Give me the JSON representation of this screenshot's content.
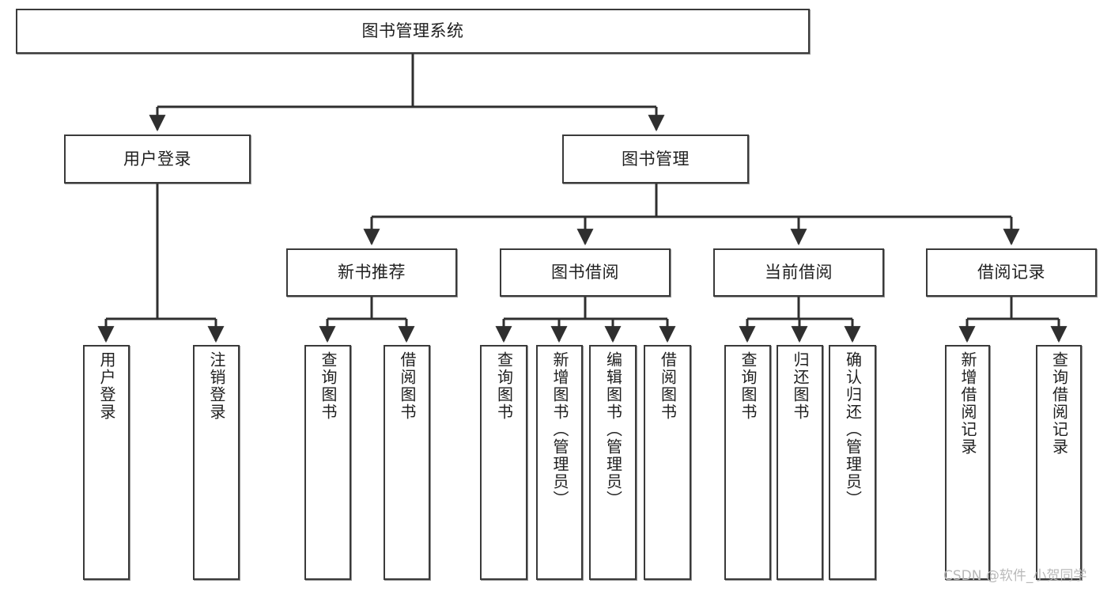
{
  "diagram": {
    "type": "tree",
    "title": "图书管理系统",
    "orientation": "top-down",
    "colors": {
      "box_border": "#3a3a3a",
      "box_fill": "#ffffff",
      "connector": "#2f2f2f",
      "text": "#1f1f1f",
      "watermark": "#b9b9b9"
    },
    "root": {
      "id": "root",
      "label": "图书管理系统"
    },
    "level2": [
      {
        "id": "login",
        "label": "用户登录"
      },
      {
        "id": "bookmgmt",
        "label": "图书管理"
      }
    ],
    "level3": [
      {
        "id": "newbook",
        "label": "新书推荐",
        "parent": "bookmgmt"
      },
      {
        "id": "borrow",
        "label": "图书借阅",
        "parent": "bookmgmt"
      },
      {
        "id": "current",
        "label": "当前借阅",
        "parent": "bookmgmt"
      },
      {
        "id": "records",
        "label": "借阅记录",
        "parent": "bookmgmt"
      }
    ],
    "leaves": {
      "login": [
        {
          "id": "leaf-user-login",
          "label": "用户登录"
        },
        {
          "id": "leaf-logout",
          "label": "注销登录"
        }
      ],
      "newbook": [
        {
          "id": "leaf-query-book-1",
          "label": "查询图书"
        },
        {
          "id": "leaf-borrow-book-1",
          "label": "借阅图书"
        }
      ],
      "borrow": [
        {
          "id": "leaf-query-book-2",
          "label": "查询图书"
        },
        {
          "id": "leaf-add-book",
          "label": "新增图书（管理员）"
        },
        {
          "id": "leaf-edit-book",
          "label": "编辑图书（管理员）"
        },
        {
          "id": "leaf-borrow-book-2",
          "label": "借阅图书"
        }
      ],
      "current": [
        {
          "id": "leaf-query-book-3",
          "label": "查询图书"
        },
        {
          "id": "leaf-return-book",
          "label": "归还图书"
        },
        {
          "id": "leaf-confirm-return",
          "label": "确认归还（管理员）"
        }
      ],
      "records": [
        {
          "id": "leaf-add-record",
          "label": "新增借阅记录"
        },
        {
          "id": "leaf-query-record",
          "label": "查询借阅记录"
        }
      ]
    }
  },
  "watermark": {
    "text": "CSDN @软件_小贺同学"
  }
}
